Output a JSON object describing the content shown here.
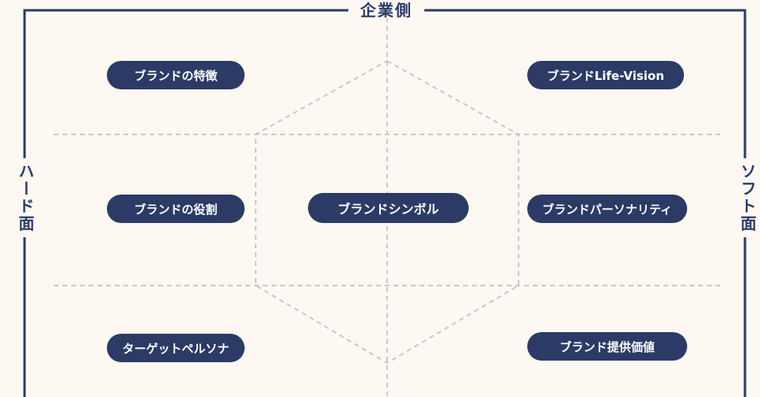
{
  "axes": {
    "top": "企業側",
    "left": "ハード面",
    "right": "ソフト面"
  },
  "nodes": {
    "features": "ブランドの特徴",
    "lifevision": "ブランドLife-Vision",
    "role": "ブランドの役割",
    "symbol": "ブランドシンボル",
    "personality": "ブランドパーソナリティ",
    "persona": "ターゲットペルソナ",
    "value": "ブランド提供価値"
  },
  "colors": {
    "background": "#fdf8f1",
    "primary": "#2b3b66",
    "dashed": "#c8c8c8"
  }
}
